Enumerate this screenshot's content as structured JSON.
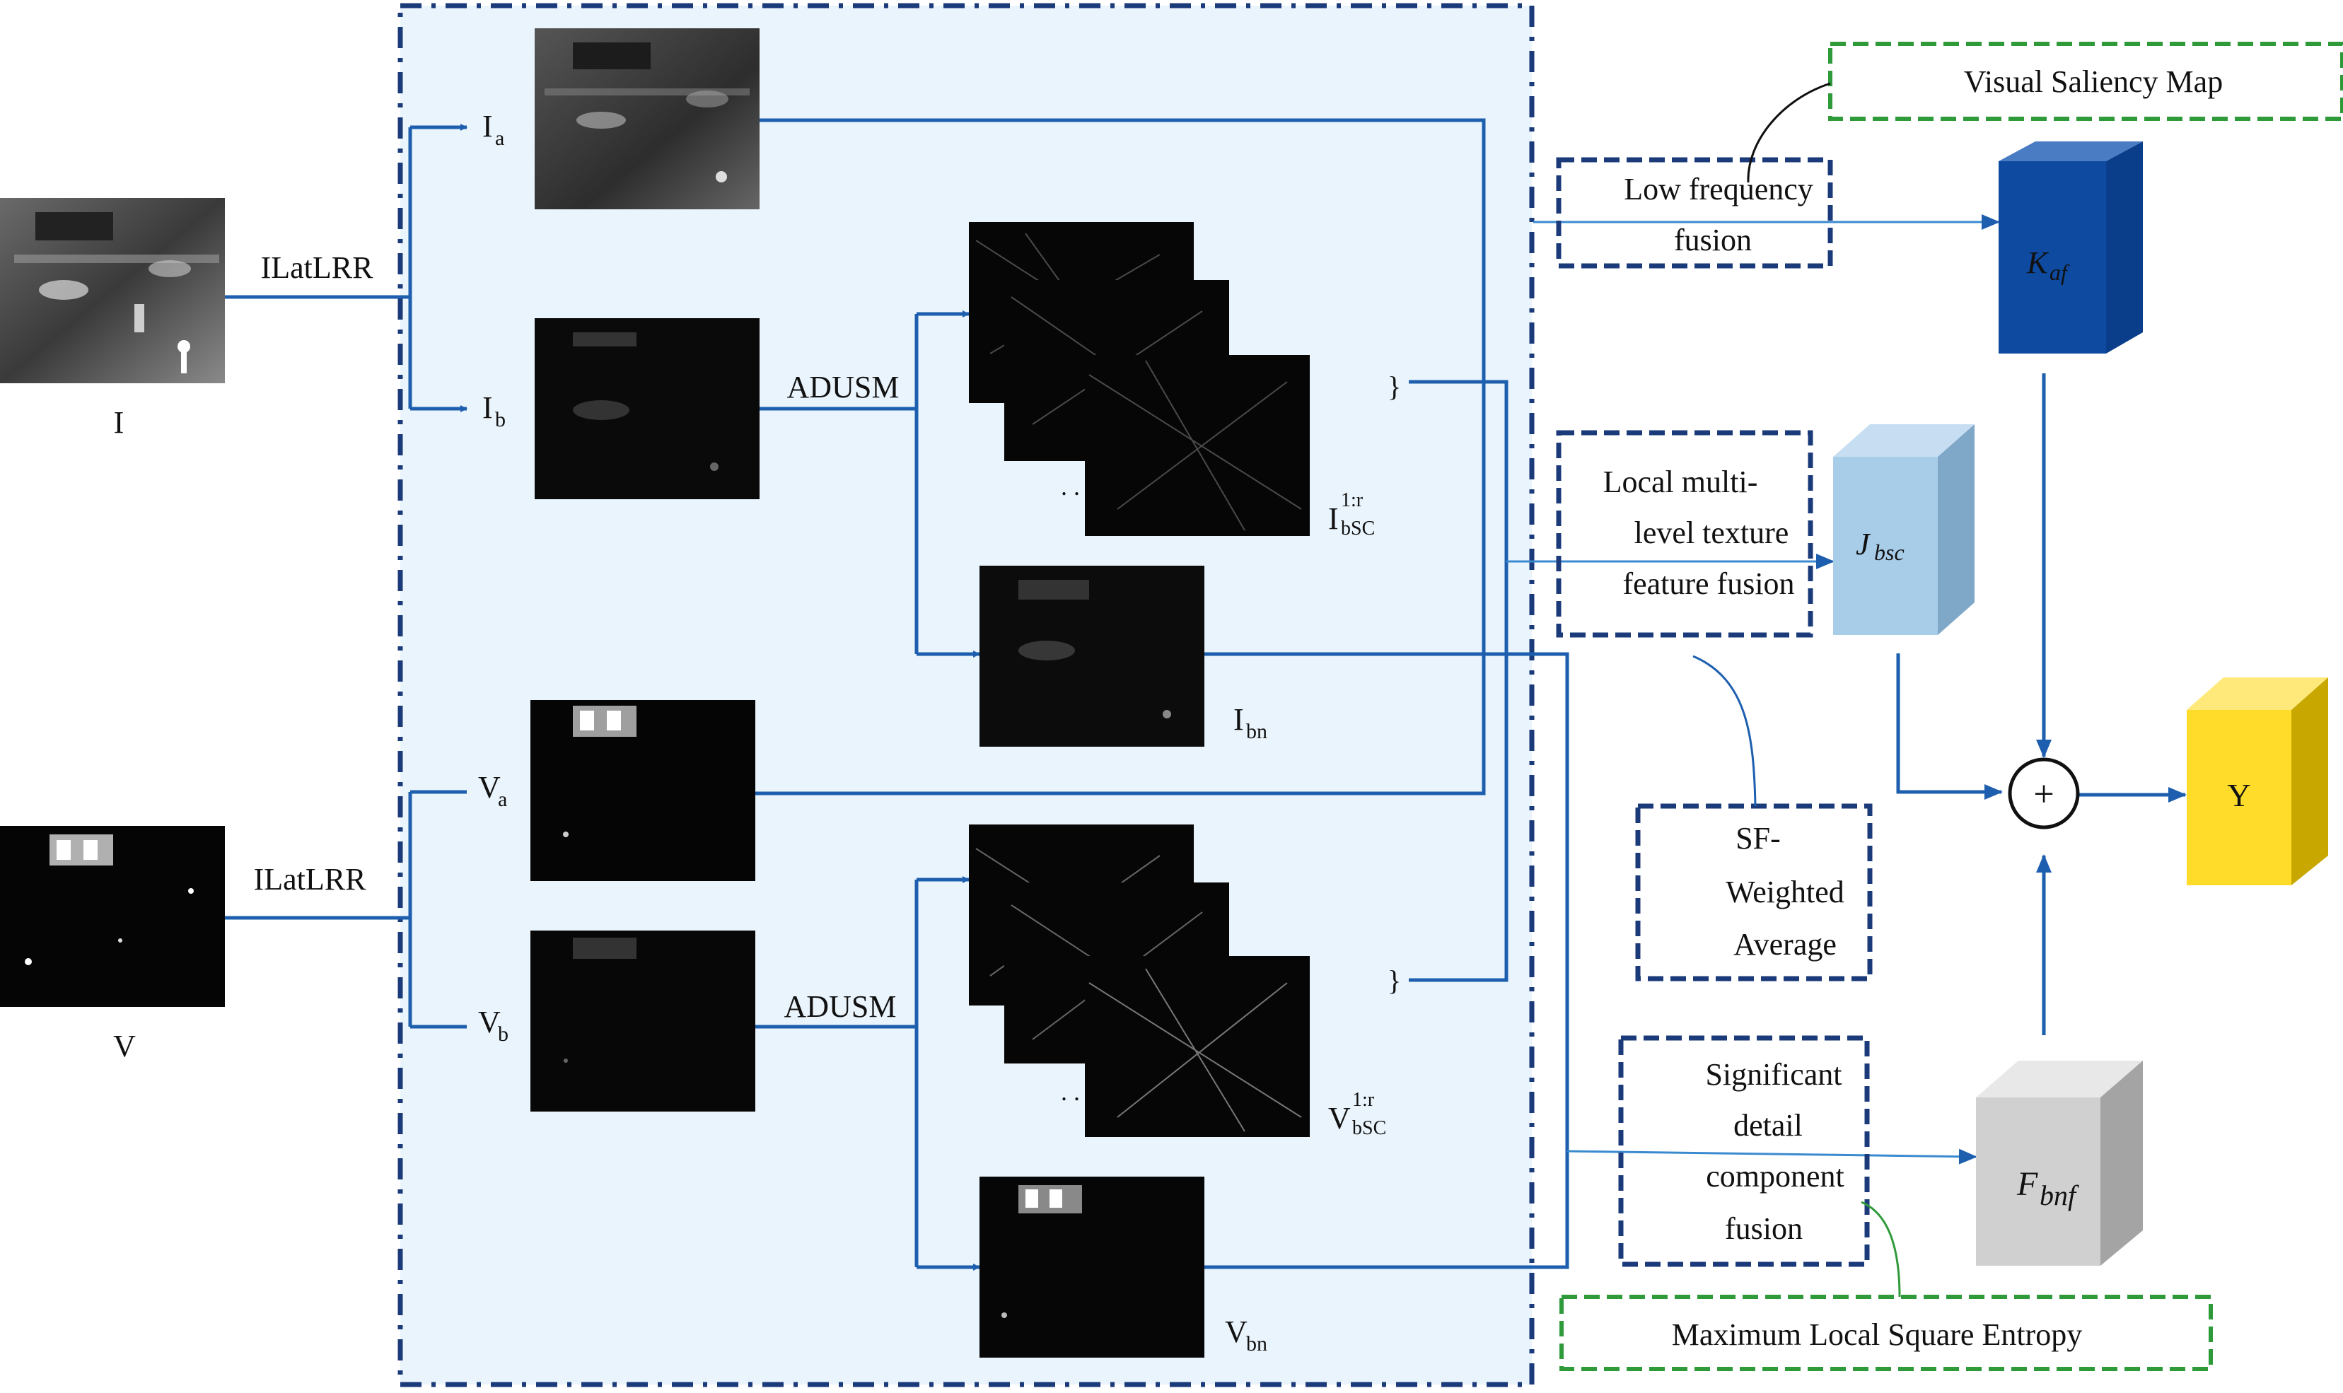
{
  "inputs": {
    "infrared": {
      "label": "I"
    },
    "visible": {
      "label": "V"
    }
  },
  "operations": {
    "decomp_top": "ILatLRR",
    "decomp_bottom": "ILatLRR",
    "adusm_top": "ADUSM",
    "adusm_bottom": "ADUSM"
  },
  "components": {
    "Ia": {
      "main": "I",
      "sub": "a"
    },
    "Ib": {
      "main": "I",
      "sub": "b"
    },
    "IbSC": {
      "main": "I",
      "sub": "bSC",
      "sup": "1:r"
    },
    "Ibn": {
      "main": "I",
      "sub": "bn"
    },
    "Va": {
      "main": "V",
      "sub": "a"
    },
    "Vb": {
      "main": "V",
      "sub": "b"
    },
    "VbSC": {
      "main": "V",
      "sub": "bSC",
      "sup": "1:r"
    },
    "Vbn": {
      "main": "V",
      "sub": "bn"
    }
  },
  "fusion_rules": {
    "low_frequency": [
      "Low frequency",
      "fusion"
    ],
    "local_texture": [
      "Local multi-",
      "level texture",
      "feature fusion"
    ],
    "significant_detail": [
      "Significant",
      "detail",
      "component",
      "fusion"
    ],
    "sf_weighted": [
      "SF-",
      "Weighted",
      "Average"
    ],
    "visual_saliency": "Visual Saliency Map",
    "max_entropy": "Maximum Local Square Entropy"
  },
  "fused_outputs": {
    "Kaf": {
      "main": "K",
      "sub": "af"
    },
    "Jbsc": {
      "main": "J",
      "sub": "bsc"
    },
    "Fbnf": {
      "main": "F",
      "sub": "bnf"
    },
    "Y": "Y",
    "sum_symbol": "+"
  },
  "colors": {
    "arrow_blue": "#1d5fae",
    "frame_dark_blue": "#1b3a7a",
    "panel_bg": "#eaf4fc",
    "green_dashed": "#2f9a3a",
    "cube_dark_blue": "#0d4aa0",
    "cube_light_blue": "#a8cde9",
    "cube_gray": "#d0d0d0",
    "cube_yellow": "#ffdc2a"
  }
}
